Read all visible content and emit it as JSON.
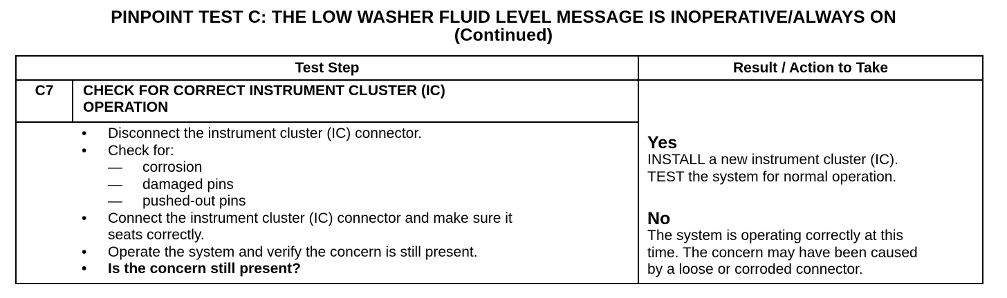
{
  "title": {
    "line1": "PINPOINT TEST  C: THE LOW WASHER FLUID LEVEL MESSAGE IS INOPERATIVE/ALWAYS ON",
    "line2": "(Continued)"
  },
  "table": {
    "headers": {
      "test_step": "Test Step",
      "result_action": "Result / Action to Take"
    },
    "step": {
      "id": "C7",
      "title_line1": "CHECK FOR CORRECT INSTRUMENT CLUSTER (IC)",
      "title_line2": "OPERATION",
      "items": [
        "Disconnect the instrument cluster (IC) connector.",
        "Check for:"
      ],
      "subitems": [
        "corrosion",
        "damaged pins",
        "pushed-out pins"
      ],
      "items_after": [
        [
          "Connect the instrument cluster (IC) connector and make sure it",
          "seats correctly."
        ],
        "Operate the system and verify the concern is still present.",
        "Is the concern still present?"
      ],
      "bullet": "•",
      "dash": "—"
    },
    "results": {
      "yes": {
        "label": "Yes",
        "line1": "INSTALL a new instrument cluster (IC).",
        "line2": "TEST the system for normal operation."
      },
      "no": {
        "label": "No",
        "line1": "The system is operating correctly at this",
        "line2": "time. The concern may have been caused",
        "line3": "by a loose or corroded connector."
      }
    }
  }
}
